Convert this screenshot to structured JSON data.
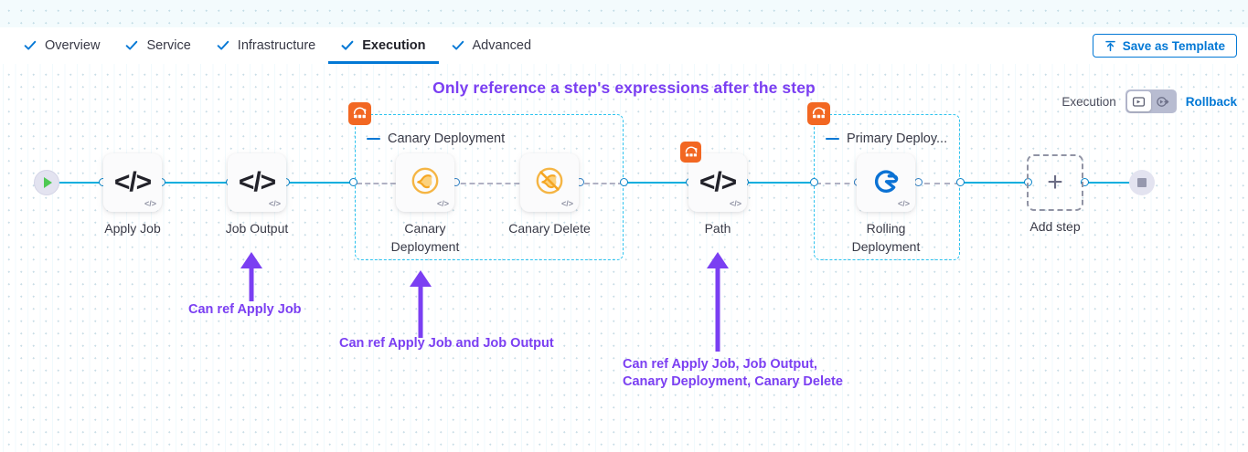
{
  "header": {
    "tabs": [
      {
        "label": "Overview",
        "icon": "check-icon",
        "active": false
      },
      {
        "label": "Service",
        "icon": "check-icon",
        "active": false
      },
      {
        "label": "Infrastructure",
        "icon": "check-icon",
        "active": false
      },
      {
        "label": "Execution",
        "icon": "check-icon",
        "active": true
      },
      {
        "label": "Advanced",
        "icon": "check-icon",
        "active": false
      }
    ],
    "save_as_template": "Save as Template",
    "save_icon": "upload-icon",
    "accent_color": "#0278d5"
  },
  "canvas": {
    "headline": "Only reference a step's expressions after the step",
    "headline_color": "#7b3ff2",
    "mode_toggle": {
      "left_label": "Execution",
      "right_label": "Rollback",
      "selected": "Execution",
      "left_icon": "execution-icon",
      "right_icon": "rollback-icon"
    },
    "start_node": {
      "name": "start-node",
      "icon": "play-icon"
    },
    "end_node": {
      "name": "end-node",
      "icon": "stop-icon"
    },
    "add_step": {
      "label": "Add step",
      "icon": "plus-icon"
    },
    "steps": [
      {
        "id": "apply-job",
        "label": "Apply Job",
        "icon": "code-icon",
        "glyph": "</>",
        "badge": "</>"
      },
      {
        "id": "job-output",
        "label": "Job Output",
        "icon": "code-icon",
        "glyph": "</>",
        "badge": "</>"
      },
      {
        "id": "canary-deployment",
        "label": "Canary\nDeployment",
        "icon": "canary-bird-icon",
        "badge": "</>"
      },
      {
        "id": "canary-delete",
        "label": "Canary Delete",
        "icon": "canary-delete-icon",
        "badge": "</>"
      },
      {
        "id": "path",
        "label": "Path",
        "icon": "code-icon",
        "glyph": "</>",
        "badge": "</>",
        "group_badge": "step-group-icon"
      },
      {
        "id": "rolling-deployment",
        "label": "Rolling\nDeployment",
        "icon": "harness-deploy-icon",
        "badge": "</>"
      }
    ],
    "groups": [
      {
        "id": "canary-deployment-group",
        "title": "Canary Deployment",
        "badge": "step-group-icon"
      },
      {
        "id": "primary-deployment-group",
        "title": "Primary Deploy...",
        "badge": "step-group-icon"
      }
    ],
    "annotations": [
      {
        "id": "anno-apply-job",
        "text": "Can ref Apply Job"
      },
      {
        "id": "anno-canary",
        "text": "Can ref Apply Job and Job Output"
      },
      {
        "id": "anno-path",
        "text": "Can ref Apply Job, Job Output,\nCanary Deployment, Canary Delete"
      }
    ],
    "colors": {
      "link": "#08aede",
      "link_dashed": "#b0b1c3",
      "group_border": "#2dc3ef",
      "group_badge": "#f26722",
      "annotation": "#7b3ff2"
    }
  }
}
